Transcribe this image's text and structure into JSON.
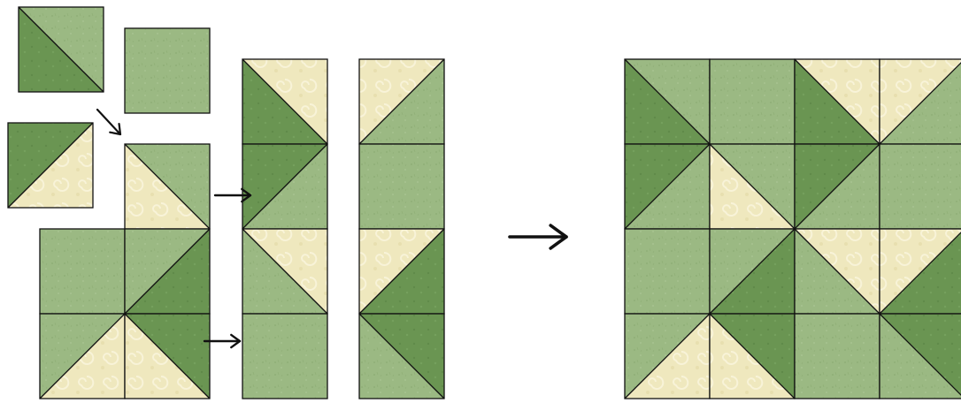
{
  "colors": {
    "light_green": "#9bb983",
    "dark_green": "#6a9552",
    "cream": "#efe8be",
    "outline": "#111111",
    "arrow": "#111111",
    "background": "#ffffff"
  },
  "fabrics": {
    "L": "light-green-fabric",
    "D": "dark-green-fabric",
    "C": "cream-swirl-fabric"
  },
  "steps": {
    "pieces": "loose-squares",
    "block": "partial-quilt-block",
    "strip_a": "sewn-strip-a",
    "strip_b": "sewn-strip-b",
    "result": "finished-quilt-block"
  },
  "arrows": [
    {
      "name": "arrow-to-square",
      "direction": "down-right"
    },
    {
      "name": "arrow-to-strip-a-upper",
      "direction": "right"
    },
    {
      "name": "arrow-to-strip-a-lower",
      "direction": "right"
    },
    {
      "name": "arrow-to-result",
      "direction": "right"
    }
  ]
}
